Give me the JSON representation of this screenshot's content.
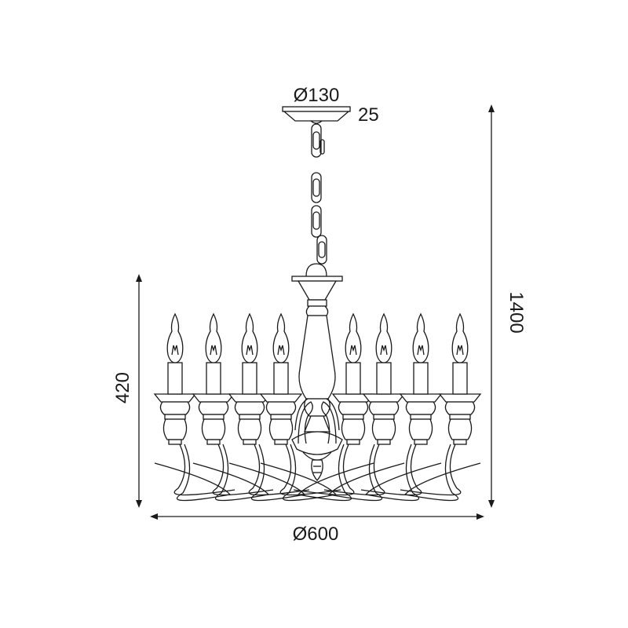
{
  "drawing": {
    "dimensions": {
      "canopy_diameter": "Ø130",
      "canopy_height": "25",
      "total_height": "1400",
      "body_height": "420",
      "overall_diameter": "Ø600"
    },
    "candle_count": 8,
    "line_color": "#1a1a1a"
  }
}
